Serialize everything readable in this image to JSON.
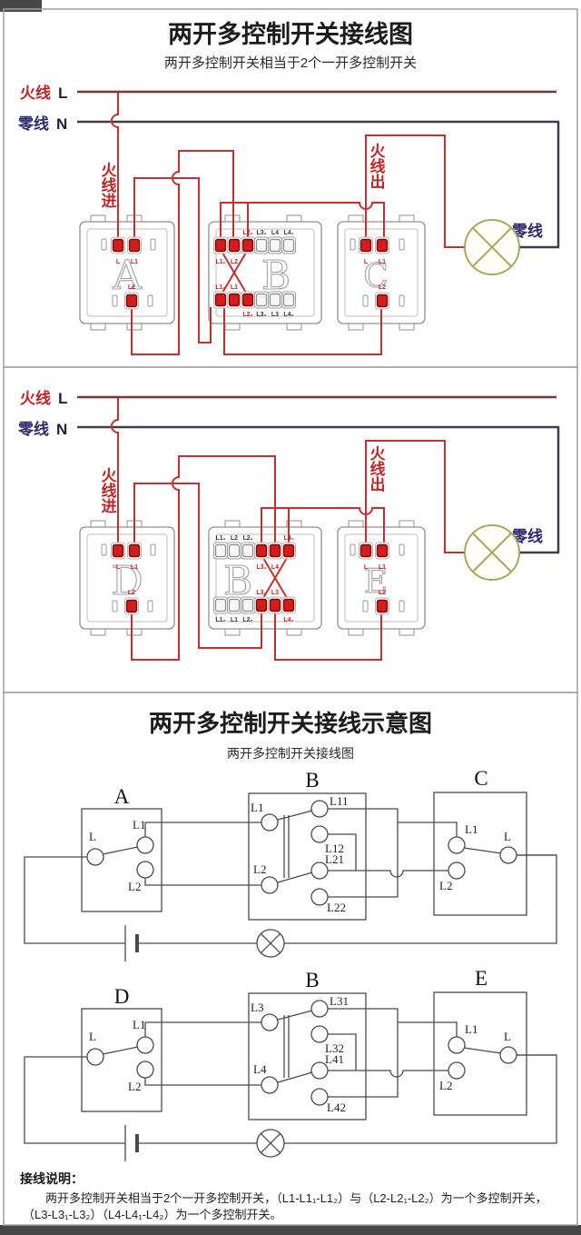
{
  "colors": {
    "live_red": "#c22525",
    "neutral_navy": "#2b2b6e",
    "wire_red": "#c23030",
    "live_bus": "#7a3535",
    "neutral_bus": "#3c3c3c",
    "lamp_olive": "#a8a860",
    "terminal_red": "#d31c1c",
    "footer_bar": "#474747"
  },
  "common": {
    "live_label": "火线",
    "live_letter": "L",
    "neutral_label": "零线",
    "neutral_letter": "N",
    "live_in": "火线进",
    "live_out": "火线出",
    "lamp_neutral": "零线"
  },
  "panel1": {
    "title": "两开多控制开关接线图",
    "subtitle": "两开多控制开关相当于2个一开多控制开关",
    "switch_a": {
      "letter": "A",
      "term_l": "L",
      "term_l1": "L1",
      "term_l2": "L2"
    },
    "switch_b": {
      "letter": "B",
      "top_labels": [
        "L1₁",
        "L2",
        "L2₁",
        "L3₁",
        "L4",
        "L4₁"
      ],
      "bottom_labels": [
        "L1₂",
        "L1",
        "L2₂",
        "L3₂",
        "L3",
        "L4₂"
      ]
    },
    "switch_c": {
      "letter": "C",
      "term_l": "L",
      "term_l1": "L1",
      "term_l2": "L2"
    }
  },
  "panel2": {
    "switch_d": {
      "letter": "D",
      "term_l": "L",
      "term_l1": "L1",
      "term_l2": "L2"
    },
    "switch_b": {
      "letter": "B",
      "top_labels": [
        "L1₁",
        "L2",
        "L2₁",
        "L3₁",
        "L4",
        "L4₁"
      ],
      "bottom_labels": [
        "L1₂",
        "L1",
        "L2₂",
        "L3₂",
        "L3",
        "L4₂"
      ]
    },
    "switch_e": {
      "letter": "E",
      "term_l": "L",
      "term_l1": "L1",
      "term_l2": "L2"
    }
  },
  "panel3": {
    "title": "两开多控制开关接线示意图",
    "subtitle": "两开多控制开关接线图",
    "diagram1": {
      "box_a": {
        "letter": "A",
        "l": "L",
        "l1": "L1",
        "l2": "L2"
      },
      "box_b": {
        "letter": "B",
        "left1": "L1",
        "left2": "L2",
        "r1": "L11",
        "r2": "L12",
        "r3": "L21",
        "r4": "L22"
      },
      "box_c": {
        "letter": "C",
        "l1": "L1",
        "l2": "L2",
        "l": "L"
      }
    },
    "diagram2": {
      "box_d": {
        "letter": "D",
        "l": "L",
        "l1": "L1",
        "l2": "L2"
      },
      "box_b": {
        "letter": "B",
        "left1": "L3",
        "left2": "L4",
        "r1": "L31",
        "r2": "L32",
        "r3": "L41",
        "r4": "L42"
      },
      "box_e": {
        "letter": "E",
        "l1": "L1",
        "l2": "L2",
        "l": "L"
      }
    },
    "note": {
      "title": "接线说明：",
      "line1": "两开多控制开关相当于2个一开多控制开关，（L1-L1₁-L1₂）与（L2-L2₁-L2₂）为一个多控制开关，",
      "line2": "（L3-L3₁-L3₂）（L4-L4₁-L4₂）为一个多控制开关。"
    }
  }
}
